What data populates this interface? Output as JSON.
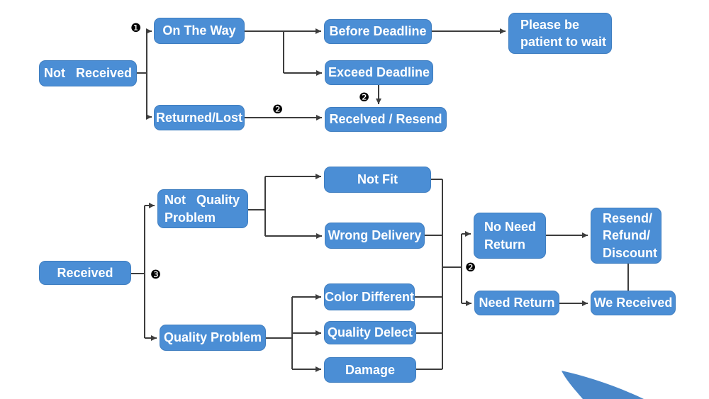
{
  "flowchart": {
    "top": {
      "not_received": "Not   Received",
      "on_the_way": "On The Way",
      "returned_lost": "Returned/Lost",
      "before_deadline": "Before Deadline",
      "exceed_deadline": "Exceed Deadline",
      "received_resend": "Recelved / Resend",
      "please_wait": "Please be\npatient to wait"
    },
    "bottom": {
      "received": "Received",
      "not_quality_problem": "Not   Quality\nProblem",
      "quality_problem": "Quality Problem",
      "not_fit": "Not Fit",
      "wrong_delivery": "Wrong Delivery",
      "color_different": "Color Different",
      "quality_delect": "Quality Delect",
      "damage": "Damage",
      "no_need_return": "No Need\nReturn",
      "need_return": "Need Return",
      "resend_refund_discount": "Resend/\nRefund/\nDiscount",
      "we_received": "We Received"
    },
    "markers": {
      "one": "❶",
      "two": "❷",
      "three": "❸"
    },
    "colors": {
      "node_fill": "#4b8ed5",
      "line": "#3d3d3d",
      "swoosh": "#4a87c9"
    }
  }
}
